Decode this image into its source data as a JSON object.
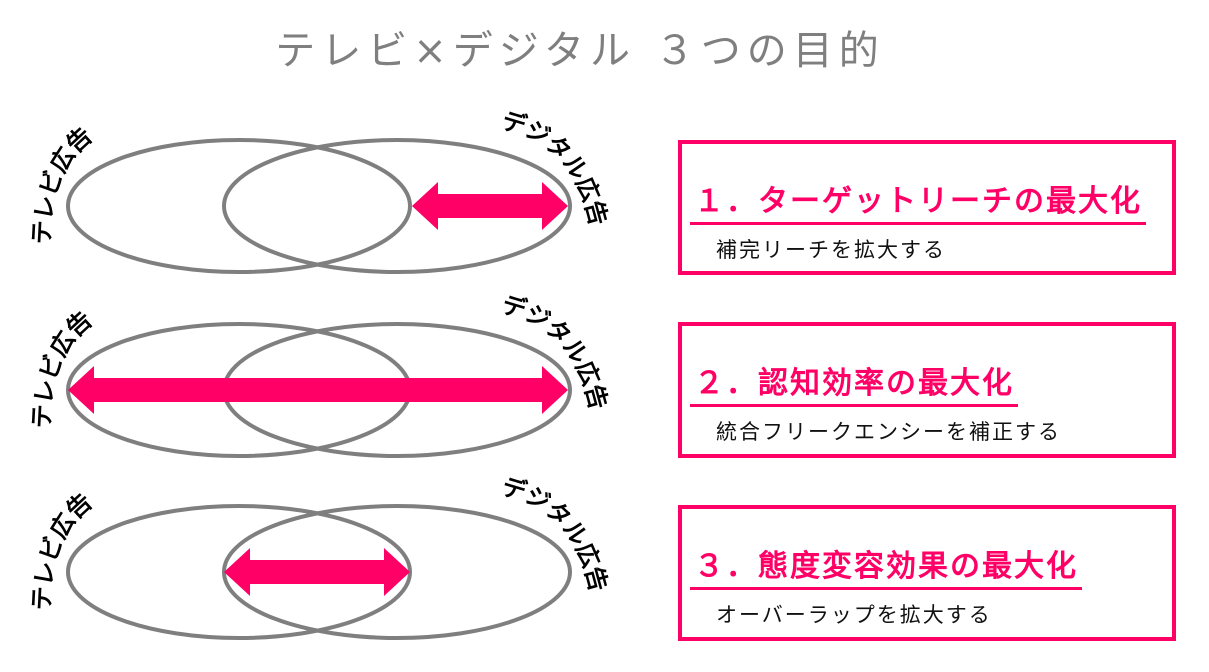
{
  "title": "テレビ×デジタル ３つの目的",
  "colors": {
    "accent": "#ff0066",
    "ellipse": "#7f7f7f"
  },
  "labels": {
    "tv": "テレビ広告",
    "digital": "デジタル広告"
  },
  "goals": [
    {
      "heading": "１．ターゲットリーチの最大化",
      "sub": "補完リーチを拡大する"
    },
    {
      "heading": "２．認知効率の最大化",
      "sub": "統合フリークエンシーを補正する"
    },
    {
      "heading": "３．態度変容効果の最大化",
      "sub": "オーバーラップを拡大する"
    }
  ]
}
